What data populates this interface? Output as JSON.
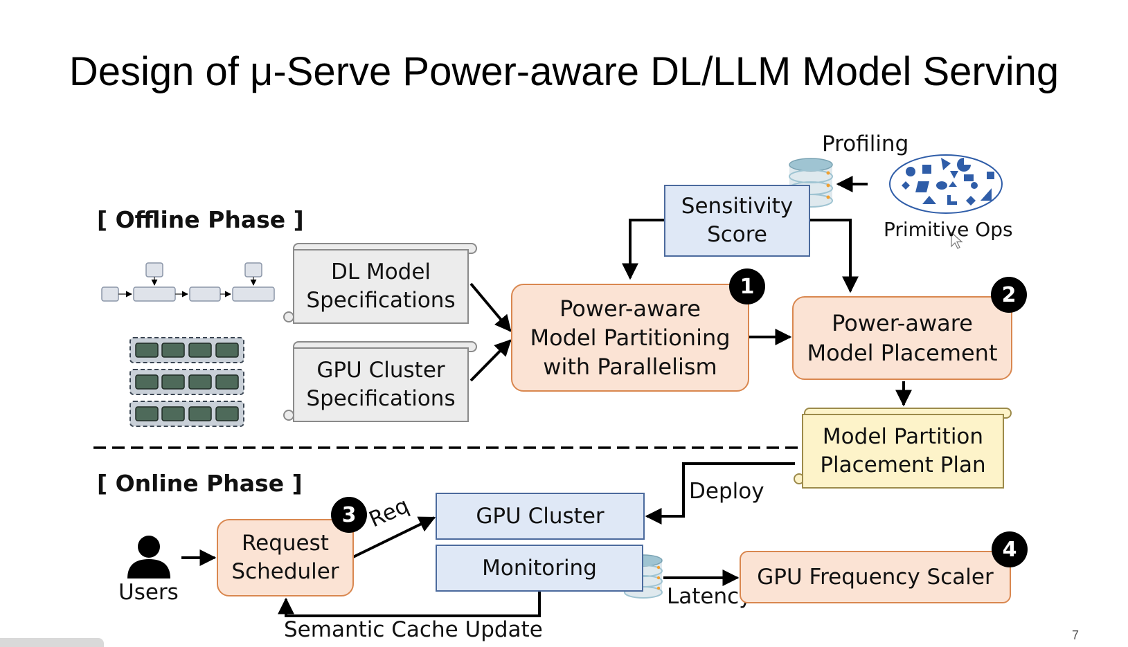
{
  "slide": {
    "title": "Design of μ-Serve Power-aware DL/LLM Model Serving",
    "page_number": "7"
  },
  "offline": {
    "phase_label": "[ Offline Phase ]",
    "dl_spec": [
      "DL Model",
      "Specifications"
    ],
    "gpu_spec": [
      "GPU Cluster",
      "Specifications"
    ],
    "sensitivity": [
      "Sensitivity",
      "Score"
    ],
    "profiling_label": "Profiling",
    "primitive_ops_label": "Primitive Ops",
    "partitioning": [
      "Power-aware",
      "Model Partitioning",
      "with Parallelism"
    ],
    "placement": [
      "Power-aware",
      "Model Placement"
    ],
    "plan": [
      "Model Partition",
      "Placement Plan"
    ]
  },
  "online": {
    "phase_label": "[ Online Phase ]",
    "users_label": "Users",
    "scheduler": [
      "Request",
      "Scheduler"
    ],
    "req_label": "Req",
    "gpu_cluster": "GPU Cluster",
    "monitoring": "Monitoring",
    "deploy_label": "Deploy",
    "latency_label": "Latency",
    "freq_scaler": "GPU Frequency Scaler",
    "cache_update": "Semantic Cache Update"
  },
  "badges": [
    "1",
    "2",
    "3",
    "4"
  ],
  "colors": {
    "blue_fill": "#dfe8f6",
    "blue_border": "#4b6a9d",
    "orange_fill": "#fbe3d4",
    "orange_border": "#d9874f",
    "yellow_fill": "#fdf3c9",
    "gray_fill": "#ececec",
    "ops_shape": "#2f5da8"
  }
}
